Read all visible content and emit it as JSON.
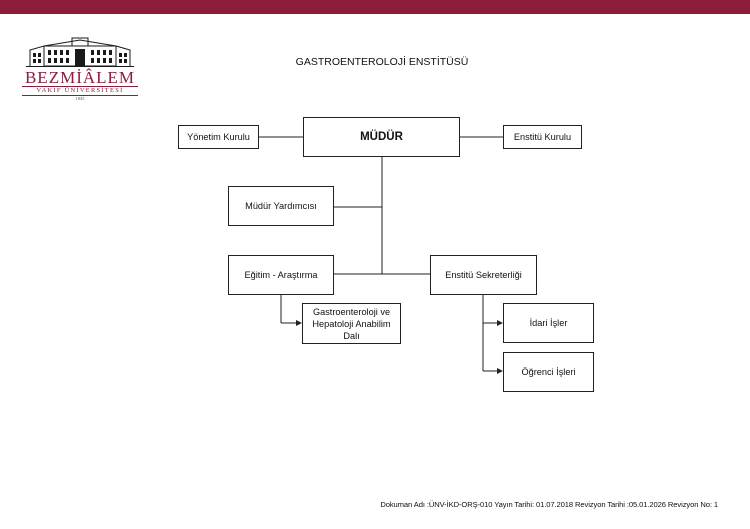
{
  "header": {
    "accent_color": "#8c1d3b"
  },
  "logo": {
    "name": "BEZMİÂLEM",
    "subtitle": "VAKIF ÜNİVERSİTESİ",
    "year": "1845",
    "icon": "building-icon"
  },
  "title": "GASTROENTEROLOJİ ENSTİTÜSÜ",
  "org_chart": {
    "director": "MÜDÜR",
    "board_left": "Yönetim Kurulu",
    "board_right": "Enstitü Kurulu",
    "deputy": "Müdür Yardımcısı",
    "education": "Eğitim - Araştırma",
    "department": "Gastroenteroloji ve Hepatoloji Anabilim Dalı",
    "secretariat": "Enstitü Sekreterliği",
    "admin": "İdari İşler",
    "student": "Öğrenci İşleri"
  },
  "footer": "Dokuman Adı :ÜNV-İKD-ORŞ-010 Yayın Tarihi: 01.07.2018 Revizyon Tarihi :05.01.2026 Revizyon No: 1"
}
